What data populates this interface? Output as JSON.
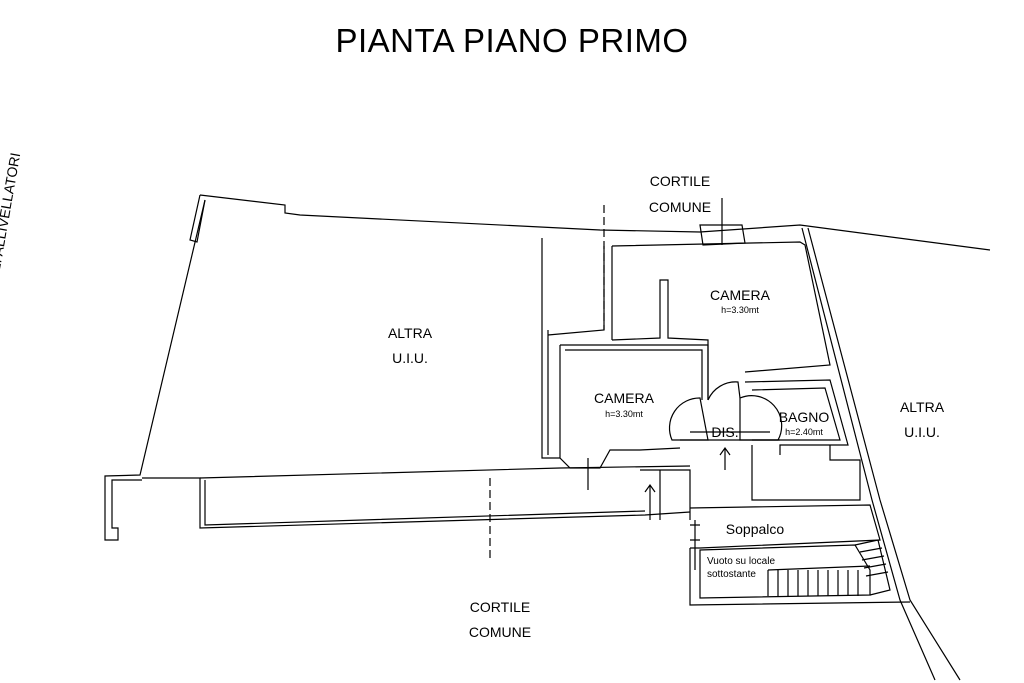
{
  "title": "PIANTA PIANO PRIMO",
  "street": "STRADA COMUNALE DEGLI ALLIVELLATORI",
  "cortile_top": {
    "line1": "CORTILE",
    "line2": "COMUNE"
  },
  "cortile_bottom": {
    "line1": "CORTILE",
    "line2": "COMUNE"
  },
  "altra_left": {
    "line1": "ALTRA",
    "line2": "U.I.U."
  },
  "altra_right": {
    "line1": "ALTRA",
    "line2": "U.I.U."
  },
  "camera_upper": {
    "name": "CAMERA",
    "height": "h=3.30mt"
  },
  "camera_lower": {
    "name": "CAMERA",
    "height": "h=3.30mt"
  },
  "bagno": {
    "name": "BAGNO",
    "height": "h=2.40mt"
  },
  "dis": "DIS.",
  "soppalco": "Soppalco",
  "vuoto": {
    "line1": "Vuoto su locale",
    "line2": "sottostante"
  }
}
